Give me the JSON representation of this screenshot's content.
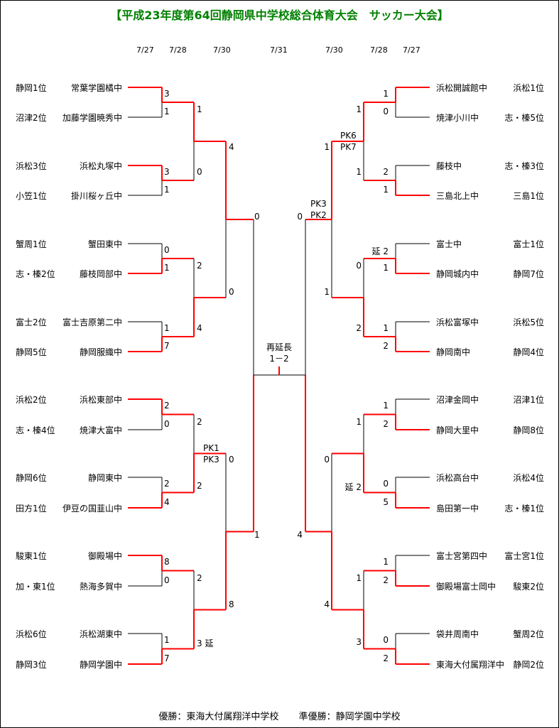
{
  "title": "【平成23年度第64回静岡県中学校総合体育大会　サッカー大会】",
  "dates": [
    "7/27",
    "7/28",
    "7/30",
    "7/31",
    "7/30",
    "7/28",
    "7/27"
  ],
  "left_teams": [
    {
      "seed": "静岡1位",
      "name": "常葉学園橘中"
    },
    {
      "seed": "沼津2位",
      "name": "加藤学園暁秀中"
    },
    {
      "seed": "浜松3位",
      "name": "浜松丸塚中"
    },
    {
      "seed": "小笠1位",
      "name": "掛川桜ヶ丘中"
    },
    {
      "seed": "蟹周1位",
      "name": "蟹田東中"
    },
    {
      "seed": "志・榛2位",
      "name": "藤枝岡部中"
    },
    {
      "seed": "富士2位",
      "name": "富士吉原第二中"
    },
    {
      "seed": "静岡5位",
      "name": "静岡服織中"
    },
    {
      "seed": "浜松2位",
      "name": "浜松東部中"
    },
    {
      "seed": "志・榛4位",
      "name": "焼津大富中"
    },
    {
      "seed": "静岡6位",
      "name": "静岡東中"
    },
    {
      "seed": "田方1位",
      "name": "伊豆の国韮山中"
    },
    {
      "seed": "駿東1位",
      "name": "御殿場中"
    },
    {
      "seed": "加・東1位",
      "name": "熱海多賀中"
    },
    {
      "seed": "浜松6位",
      "name": "浜松湖東中"
    },
    {
      "seed": "静岡3位",
      "name": "静岡学園中"
    }
  ],
  "right_teams": [
    {
      "seed": "浜松1位",
      "name": "浜松開誠館中"
    },
    {
      "seed": "志・榛5位",
      "name": "焼津小川中"
    },
    {
      "seed": "志・榛3位",
      "name": "藤枝中"
    },
    {
      "seed": "三島1位",
      "name": "三島北上中"
    },
    {
      "seed": "富士1位",
      "name": "富士中"
    },
    {
      "seed": "静岡7位",
      "name": "静岡城内中"
    },
    {
      "seed": "浜松5位",
      "name": "浜松富塚中"
    },
    {
      "seed": "静岡4位",
      "name": "静岡南中"
    },
    {
      "seed": "沼津1位",
      "name": "沼津金岡中"
    },
    {
      "seed": "静岡8位",
      "name": "静岡大里中"
    },
    {
      "seed": "浜松4位",
      "name": "浜松高台中"
    },
    {
      "seed": "志・榛1位",
      "name": "島田第一中"
    },
    {
      "seed": "富士宮1位",
      "name": "富士宮第四中"
    },
    {
      "seed": "駿東2位",
      "name": "御殿場富士岡中"
    },
    {
      "seed": "蟹周2位",
      "name": "袋井周南中"
    },
    {
      "seed": "静岡2位",
      "name": "東海大付属翔洋中"
    }
  ],
  "left_r1": [
    "3",
    "1",
    "3",
    "1",
    "0",
    "1",
    "1",
    "7",
    "2",
    "0",
    "2",
    "4",
    "8",
    "0",
    "1",
    "7"
  ],
  "left_r2": [
    "1",
    "0",
    "2",
    "4",
    "2",
    "2",
    "2",
    "3 延"
  ],
  "left_r2_pk": "PK1",
  "left_r2_pk2": "PK3",
  "left_qf": [
    "4",
    "0",
    "0",
    "8"
  ],
  "left_sf": [
    "0",
    "1"
  ],
  "right_r1": [
    "1",
    "0",
    "2",
    "1",
    "延 2",
    "1",
    "1",
    "2",
    "1",
    "2",
    "0",
    "5",
    "1",
    "2",
    "0",
    "2"
  ],
  "right_r2": [
    "1",
    "1",
    "0",
    "2",
    "1",
    "延 2",
    "1",
    "3"
  ],
  "right_r2_pk": "PK6",
  "right_r2_pk2": "PK7",
  "right_qf": [
    "1",
    "1",
    "0",
    "4"
  ],
  "right_sf_pk": "PK3",
  "right_sf_pk2": "PK2",
  "right_sf": [
    "0",
    "4"
  ],
  "final_note": "再延長",
  "final_score": "1－2",
  "footer": {
    "winner": "優勝：東海大付属翔洋中学校",
    "runner_up": "準優勝：静岡学園中学校"
  },
  "colors": {
    "win": "#ff0000",
    "line": "#000000",
    "title": "#008000"
  }
}
